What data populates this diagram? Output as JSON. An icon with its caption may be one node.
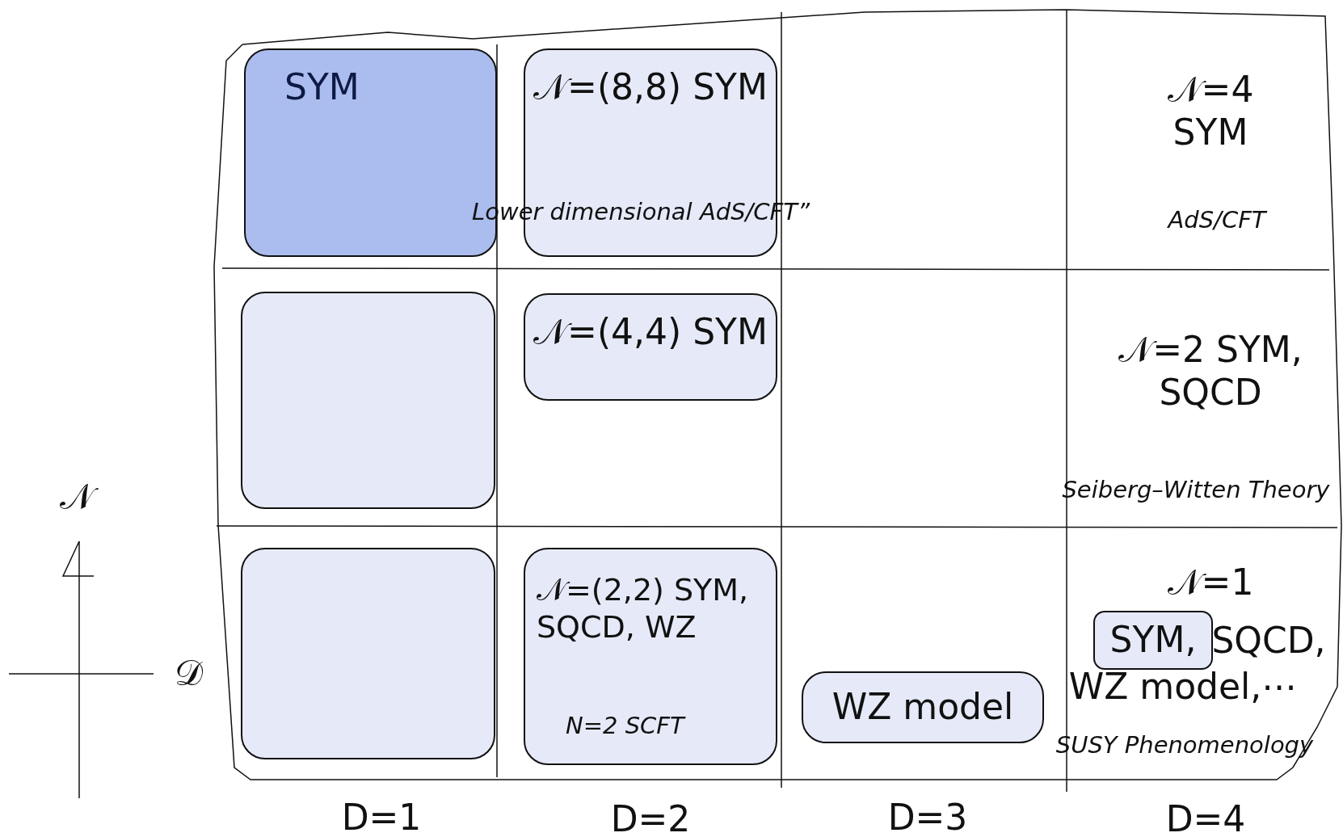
{
  "diagram": {
    "nodes": [
      {
        "text": [
          "SYM"
        ]
      },
      {
        "text": [
          "𝒩=(8,8) SYM"
        ]
      },
      {
        "text": [],
        "shape": "box"
      },
      {
        "text": [
          "𝒩=(4,4)  SYM"
        ]
      },
      {
        "text": [],
        "shape": "box"
      },
      {
        "text": [
          "𝒩=(2,2)  SYM, SQCD, WZ",
          "N=2 SCFT"
        ]
      },
      {
        "text": [
          "WZ model"
        ]
      },
      {
        "text": [
          "SYM,"
        ]
      }
    ],
    "edges": [],
    "labels": [
      "𝒩=4 SYM",
      "Lower dimensional AdS/CFT”",
      "AdS/CFT",
      "𝒩=2 SYM, SQCD",
      "𝒩",
      "Seiberg–Witten Theory",
      "𝒩=1",
      "SQCD,",
      "WZ model,⋯",
      "𝒟",
      "SUSY Phenomenology",
      "D=1",
      "D=2",
      "D=3",
      "D=4"
    ]
  }
}
